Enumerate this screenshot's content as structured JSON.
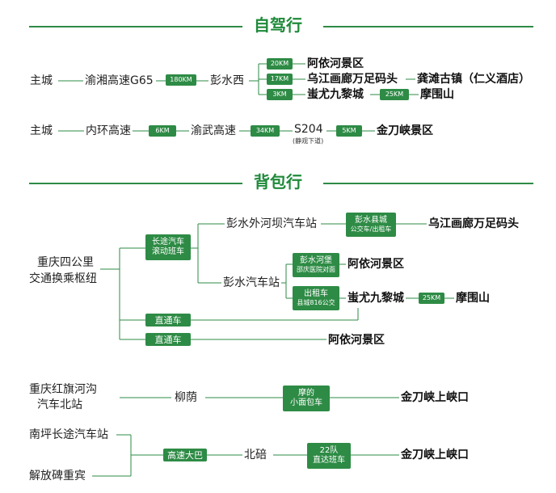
{
  "colors": {
    "accent": "#2e8b45",
    "heading": "#1f8a3a",
    "line": "#2e8b45"
  },
  "section1": {
    "title": "自驾行",
    "route1": {
      "origin": "主城",
      "highway": "渝湘高速G65",
      "distance": "180KM",
      "hub": "彭水西",
      "branches": [
        {
          "distance": "20KM",
          "dest": "阿依河景区"
        },
        {
          "distance": "17KM",
          "dest": "乌江画廊万足码头",
          "next": "龚滩古镇（仁义酒店）"
        },
        {
          "distance": "3KM",
          "dest": "蚩尤九黎城",
          "next_distance": "25KM",
          "next": "摩围山"
        }
      ]
    },
    "route2": {
      "origin": "主城",
      "road1": "内环高速",
      "d1": "6KM",
      "road2": "渝武高速",
      "d2": "34KM",
      "road3": "S204",
      "road3_note": "(静观下道)",
      "d3": "5KM",
      "dest": "金刀峡景区"
    }
  },
  "section2": {
    "title": "背包行",
    "hub": {
      "line1": "重庆四公里",
      "line2": "交通换乘枢纽"
    },
    "bus_tag": {
      "line1": "长途汽车",
      "line2": "滚动班车"
    },
    "station_a": "彭水外河坝汽车站",
    "station_a_tag": {
      "line1": "彭水县城",
      "line2": "公交车/出租车"
    },
    "station_a_dest": "乌江画廊万足码头",
    "station_b": "彭水汽车站",
    "station_b_tag1": {
      "line1": "彭水河堡",
      "line2": "邵庆医院对面"
    },
    "station_b_dest1": "阿依河景区",
    "station_b_tag2": {
      "line1": "出租车",
      "line2": "县城816公交"
    },
    "station_b_dest2": "蚩尤九黎城",
    "station_b_dist": "25KM",
    "station_b_dest3": "摩围山",
    "direct1": "直通车",
    "direct2": "直通车",
    "direct2_dest": "阿依河景区",
    "route3": {
      "origin_line1": "重庆红旗河沟",
      "origin_line2": "汽车北站",
      "via": "柳荫",
      "tag_line1": "摩的",
      "tag_line2": "小面包车",
      "dest": "金刀峡上峡口"
    },
    "route4": {
      "origin1": "南坪长途汽车站",
      "origin2": "解放碑重宾",
      "tag": "高速大巴",
      "via": "北碚",
      "tag2_line1": "22队",
      "tag2_line2": "直达班车",
      "dest": "金刀峡上峡口"
    }
  }
}
